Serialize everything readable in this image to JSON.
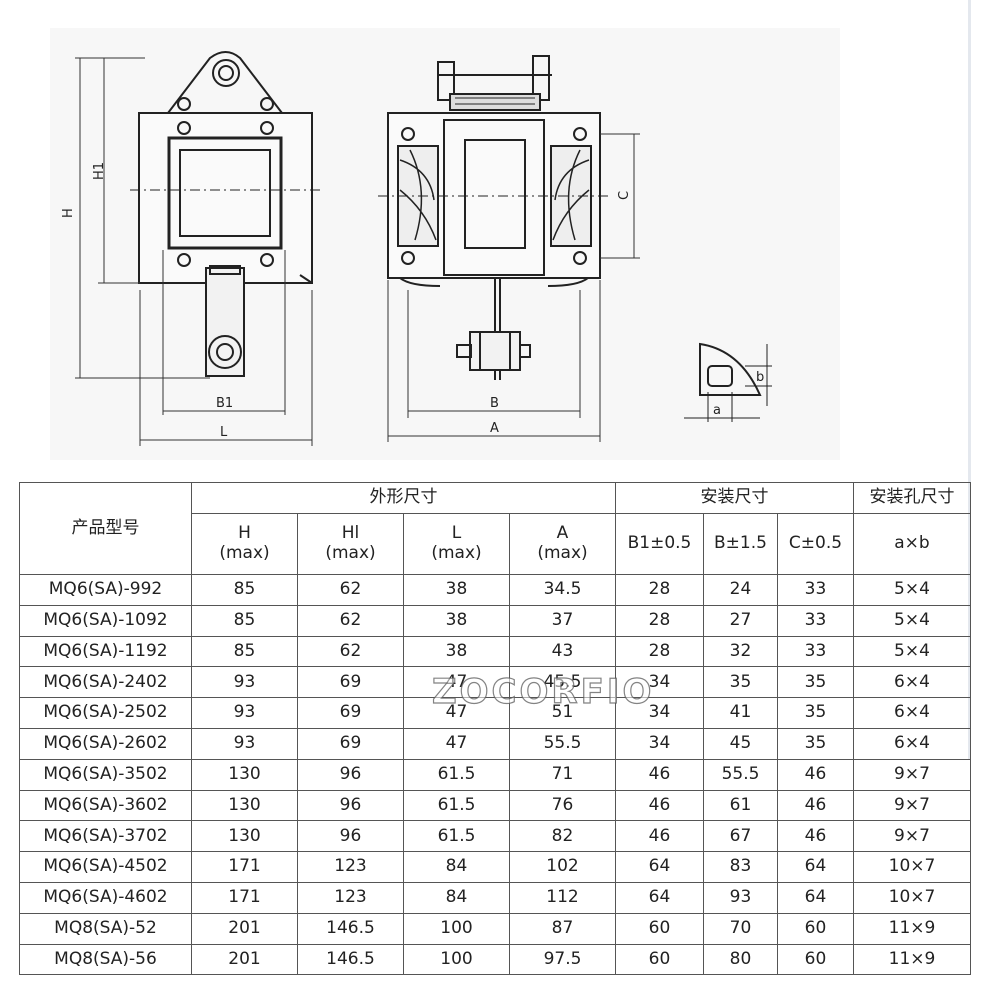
{
  "drawing": {
    "labels": {
      "H": "H",
      "H1": "H1",
      "B1": "B1",
      "L": "L",
      "C": "C",
      "B": "B",
      "A": "A",
      "a": "a",
      "b": "b"
    }
  },
  "table": {
    "header": {
      "model": "产品型号",
      "group_outline": "外形尺寸",
      "group_install": "安装尺寸",
      "group_hole": "安装孔尺寸",
      "cols": [
        {
          "name": "H",
          "unit": "(max)"
        },
        {
          "name": "Hl",
          "unit": "(max)"
        },
        {
          "name": "L",
          "unit": "(max)"
        },
        {
          "name": "A",
          "unit": "(max)"
        },
        {
          "name": "B1±0.5"
        },
        {
          "name": "B±1.5"
        },
        {
          "name": "C±0.5"
        },
        {
          "name": "a×b"
        }
      ]
    },
    "rows": [
      [
        "MQ6(SA)-992",
        "85",
        "62",
        "38",
        "34.5",
        "28",
        "24",
        "33",
        "5×4"
      ],
      [
        "MQ6(SA)-1092",
        "85",
        "62",
        "38",
        "37",
        "28",
        "27",
        "33",
        "5×4"
      ],
      [
        "MQ6(SA)-1192",
        "85",
        "62",
        "38",
        "43",
        "28",
        "32",
        "33",
        "5×4"
      ],
      [
        "MQ6(SA)-2402",
        "93",
        "69",
        "47",
        "45.5",
        "34",
        "35",
        "35",
        "6×4"
      ],
      [
        "MQ6(SA)-2502",
        "93",
        "69",
        "47",
        "51",
        "34",
        "41",
        "35",
        "6×4"
      ],
      [
        "MQ6(SA)-2602",
        "93",
        "69",
        "47",
        "55.5",
        "34",
        "45",
        "35",
        "6×4"
      ],
      [
        "MQ6(SA)-3502",
        "130",
        "96",
        "61.5",
        "71",
        "46",
        "55.5",
        "46",
        "9×7"
      ],
      [
        "MQ6(SA)-3602",
        "130",
        "96",
        "61.5",
        "76",
        "46",
        "61",
        "46",
        "9×7"
      ],
      [
        "MQ6(SA)-3702",
        "130",
        "96",
        "61.5",
        "82",
        "46",
        "67",
        "46",
        "9×7"
      ],
      [
        "MQ6(SA)-4502",
        "171",
        "123",
        "84",
        "102",
        "64",
        "83",
        "64",
        "10×7"
      ],
      [
        "MQ6(SA)-4602",
        "171",
        "123",
        "84",
        "112",
        "64",
        "93",
        "64",
        "10×7"
      ],
      [
        "MQ8(SA)-52",
        "201",
        "146.5",
        "100",
        "87",
        "60",
        "70",
        "60",
        "11×9"
      ],
      [
        "MQ8(SA)-56",
        "201",
        "146.5",
        "100",
        "97.5",
        "60",
        "80",
        "60",
        "11×9"
      ]
    ]
  },
  "watermark": "ZOCORFIO"
}
